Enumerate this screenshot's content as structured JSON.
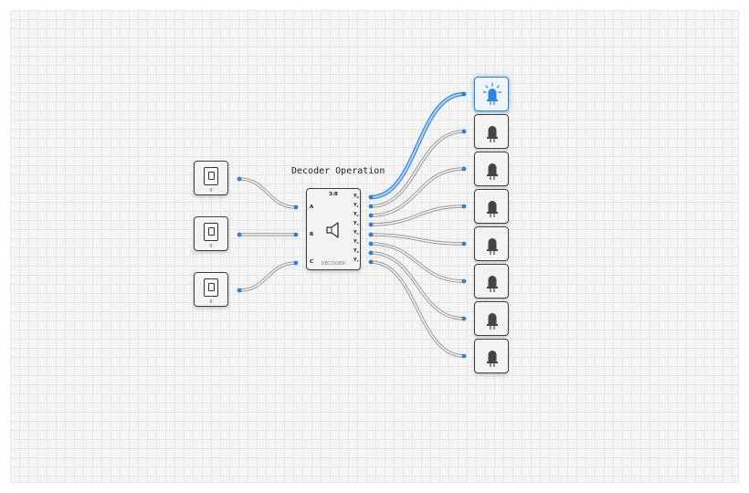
{
  "diagram": {
    "title": "Decoder Operation",
    "decoder": {
      "type_label": "3:8",
      "name": "DECODER",
      "inputs": [
        "A",
        "B",
        "C"
      ],
      "outputs": [
        "Y",
        "Y",
        "Y",
        "Y",
        "Y",
        "Y",
        "Y",
        "Y"
      ],
      "output_subscripts": [
        "0",
        "1",
        "2",
        "3",
        "4",
        "5",
        "6",
        "7"
      ]
    },
    "switches": [
      {
        "id": "switch-a",
        "value": "0"
      },
      {
        "id": "switch-b",
        "value": "0"
      },
      {
        "id": "switch-c",
        "value": "0"
      }
    ],
    "leds": [
      {
        "id": "led-y0",
        "state": "on"
      },
      {
        "id": "led-y1",
        "state": "off"
      },
      {
        "id": "led-y2",
        "state": "off"
      },
      {
        "id": "led-y3",
        "state": "off"
      },
      {
        "id": "led-y4",
        "state": "off"
      },
      {
        "id": "led-y5",
        "state": "off"
      },
      {
        "id": "led-y6",
        "state": "off"
      },
      {
        "id": "led-y7",
        "state": "off"
      }
    ],
    "colors": {
      "wire_active": "#2f84e0",
      "wire_idle": "#9a9a9a",
      "led_on": "#2f84e0",
      "led_off": "#444444",
      "port_dot": "#2f84e0"
    },
    "icons": {
      "switch": "toggle-switch-icon",
      "led": "led-bulb-icon",
      "decoder": "speaker-icon"
    }
  }
}
